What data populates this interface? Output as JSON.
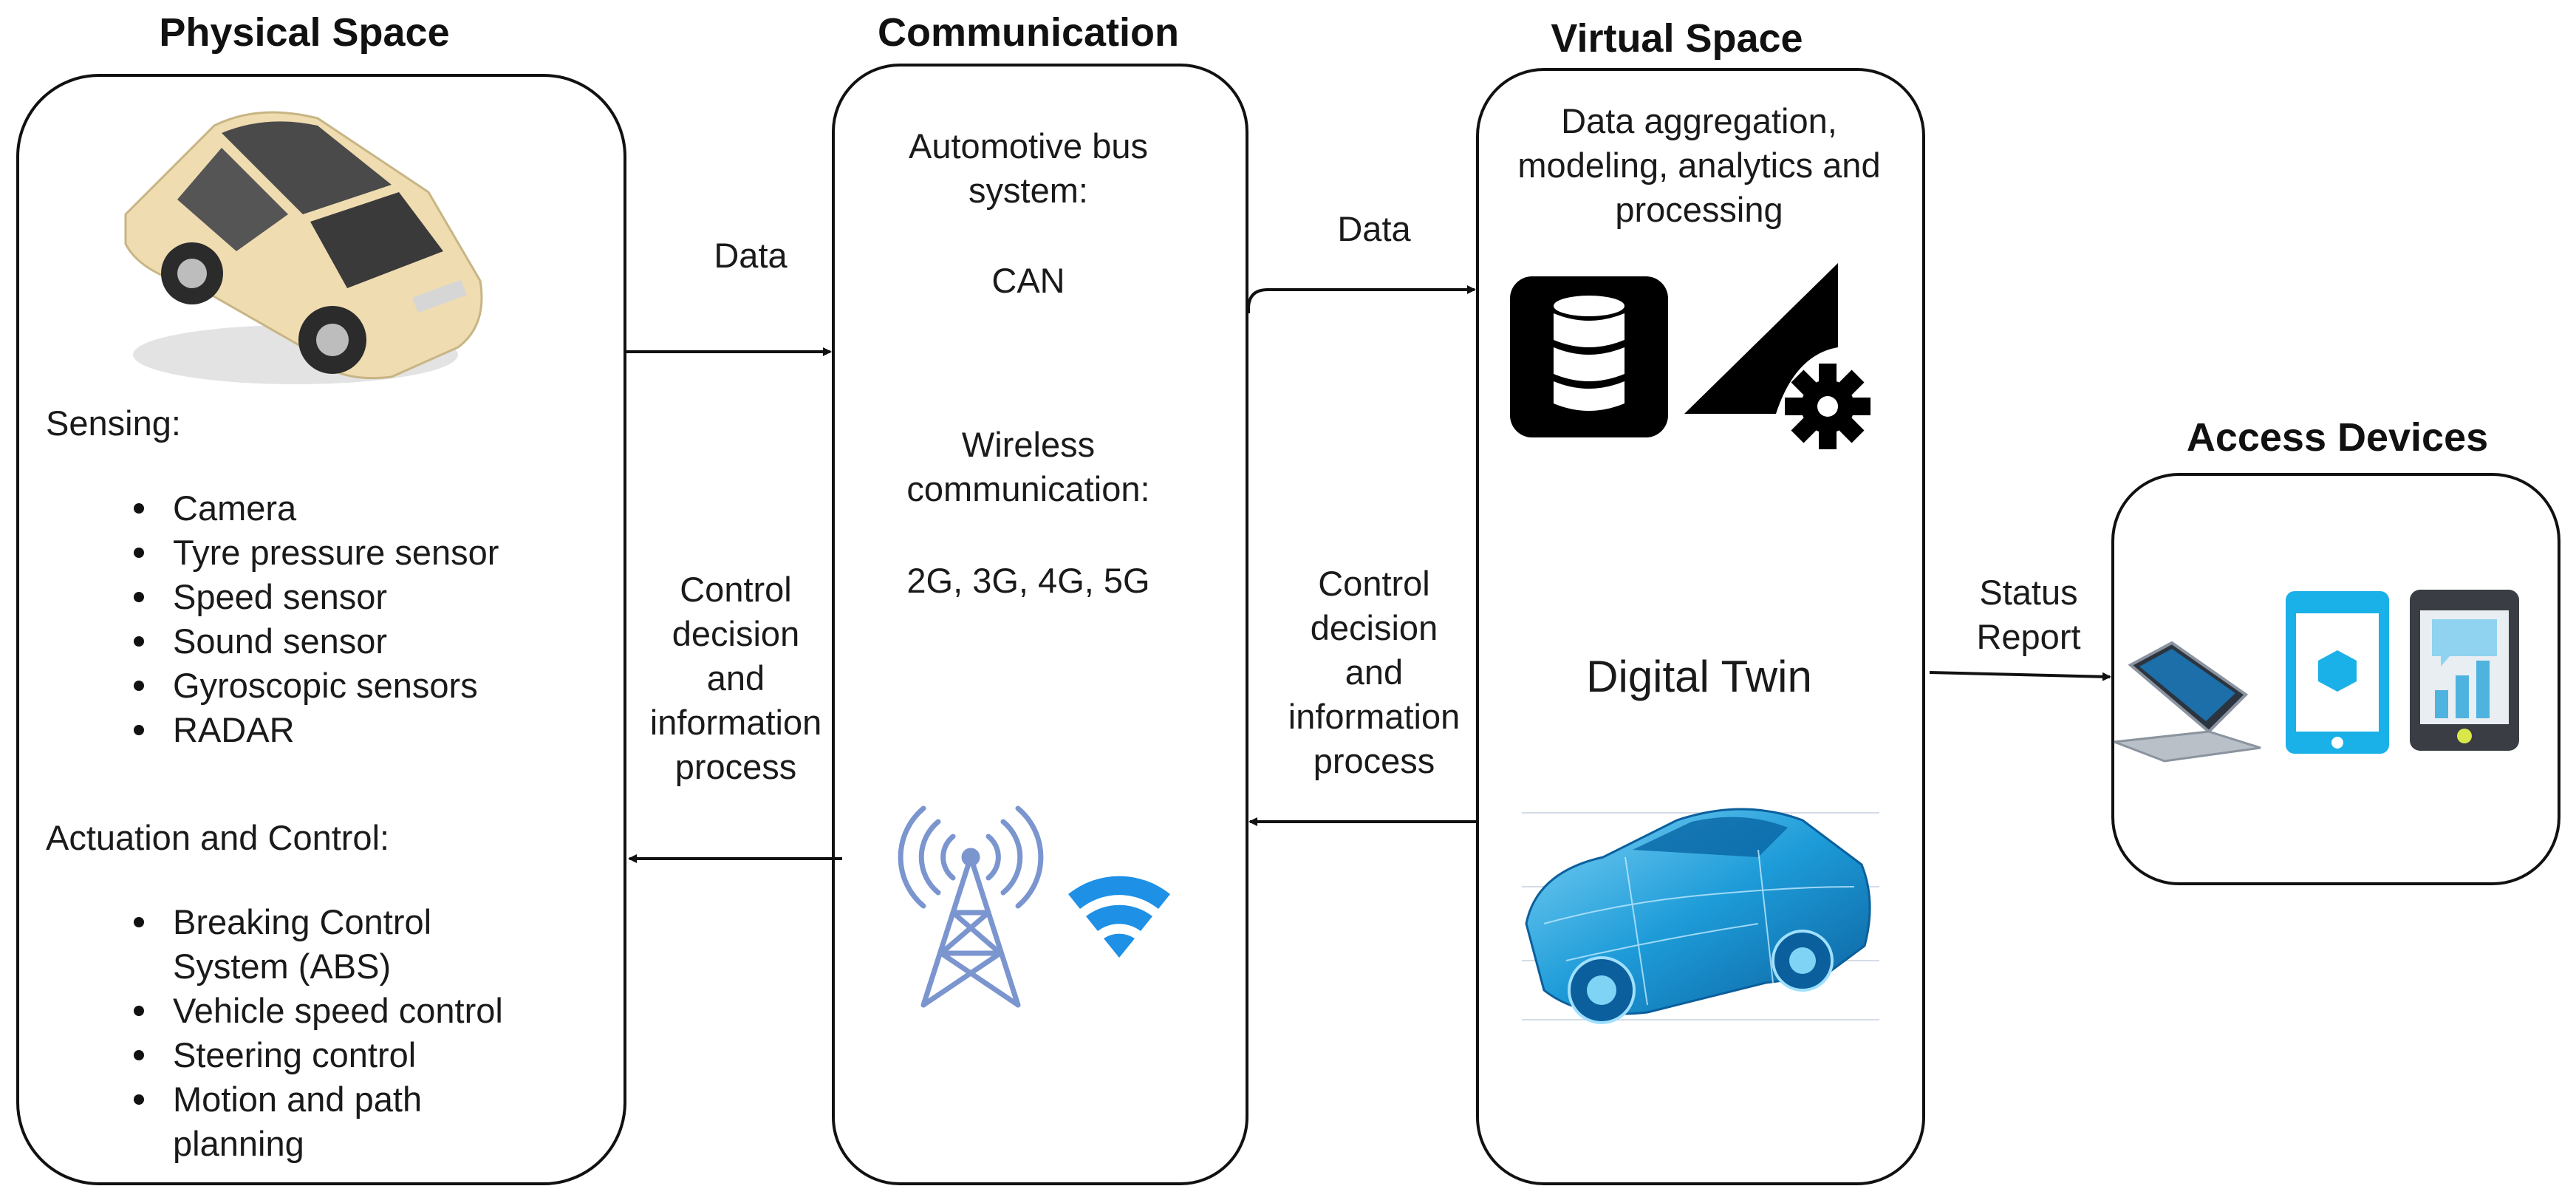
{
  "columns": {
    "physical": {
      "title": "Physical Space",
      "sensing_label": "Sensing:",
      "sensing_items": [
        "Camera",
        "Tyre pressure sensor",
        "Speed sensor",
        "Sound sensor",
        "Gyroscopic sensors",
        "RADAR"
      ],
      "actuation_label": "Actuation and Control:",
      "actuation_items": [
        [
          "Breaking Control",
          "System (ABS)"
        ],
        [
          "Vehicle speed control"
        ],
        [
          "Steering control"
        ],
        [
          "Motion and path",
          "planning"
        ]
      ]
    },
    "communication": {
      "title": "Communication",
      "bus_line1": "Automotive bus",
      "bus_line2": "system:",
      "bus_value": "CAN",
      "wireless_line1": "Wireless",
      "wireless_line2": "communication:",
      "wireless_value": "2G, 3G, 4G, 5G"
    },
    "virtual": {
      "title": "Virtual Space",
      "desc_line1": "Data aggregation,",
      "desc_line2": "modeling, analytics and",
      "desc_line3": "processing",
      "twin_label": "Digital Twin"
    },
    "access": {
      "title": "Access Devices"
    }
  },
  "arrows": {
    "data_1": "Data",
    "data_2": "Data",
    "control_1": [
      "Control",
      "decision",
      "and",
      "information",
      "process"
    ],
    "control_2": [
      "Control",
      "decision",
      "and",
      "information",
      "process"
    ],
    "status": [
      "Status",
      "Report"
    ]
  },
  "icons": {
    "physical_car": "car-illustration",
    "database": "database-icon",
    "analytics": "analytics-gear-icon",
    "digital_twin_car": "wireframe-car-illustration",
    "antenna": "radio-tower-icon",
    "wifi": "wifi-icon",
    "laptop": "laptop-icon",
    "tablet": "tablet-icon",
    "smartphone": "smartphone-icon"
  },
  "colors": {
    "tower_blue": "#7b95cf",
    "wifi_blue": "#1e90e6",
    "device_cyan": "#1ab0e8",
    "twin_car_blue": "#1d9bd8",
    "car_beige": "#efdcb0"
  }
}
